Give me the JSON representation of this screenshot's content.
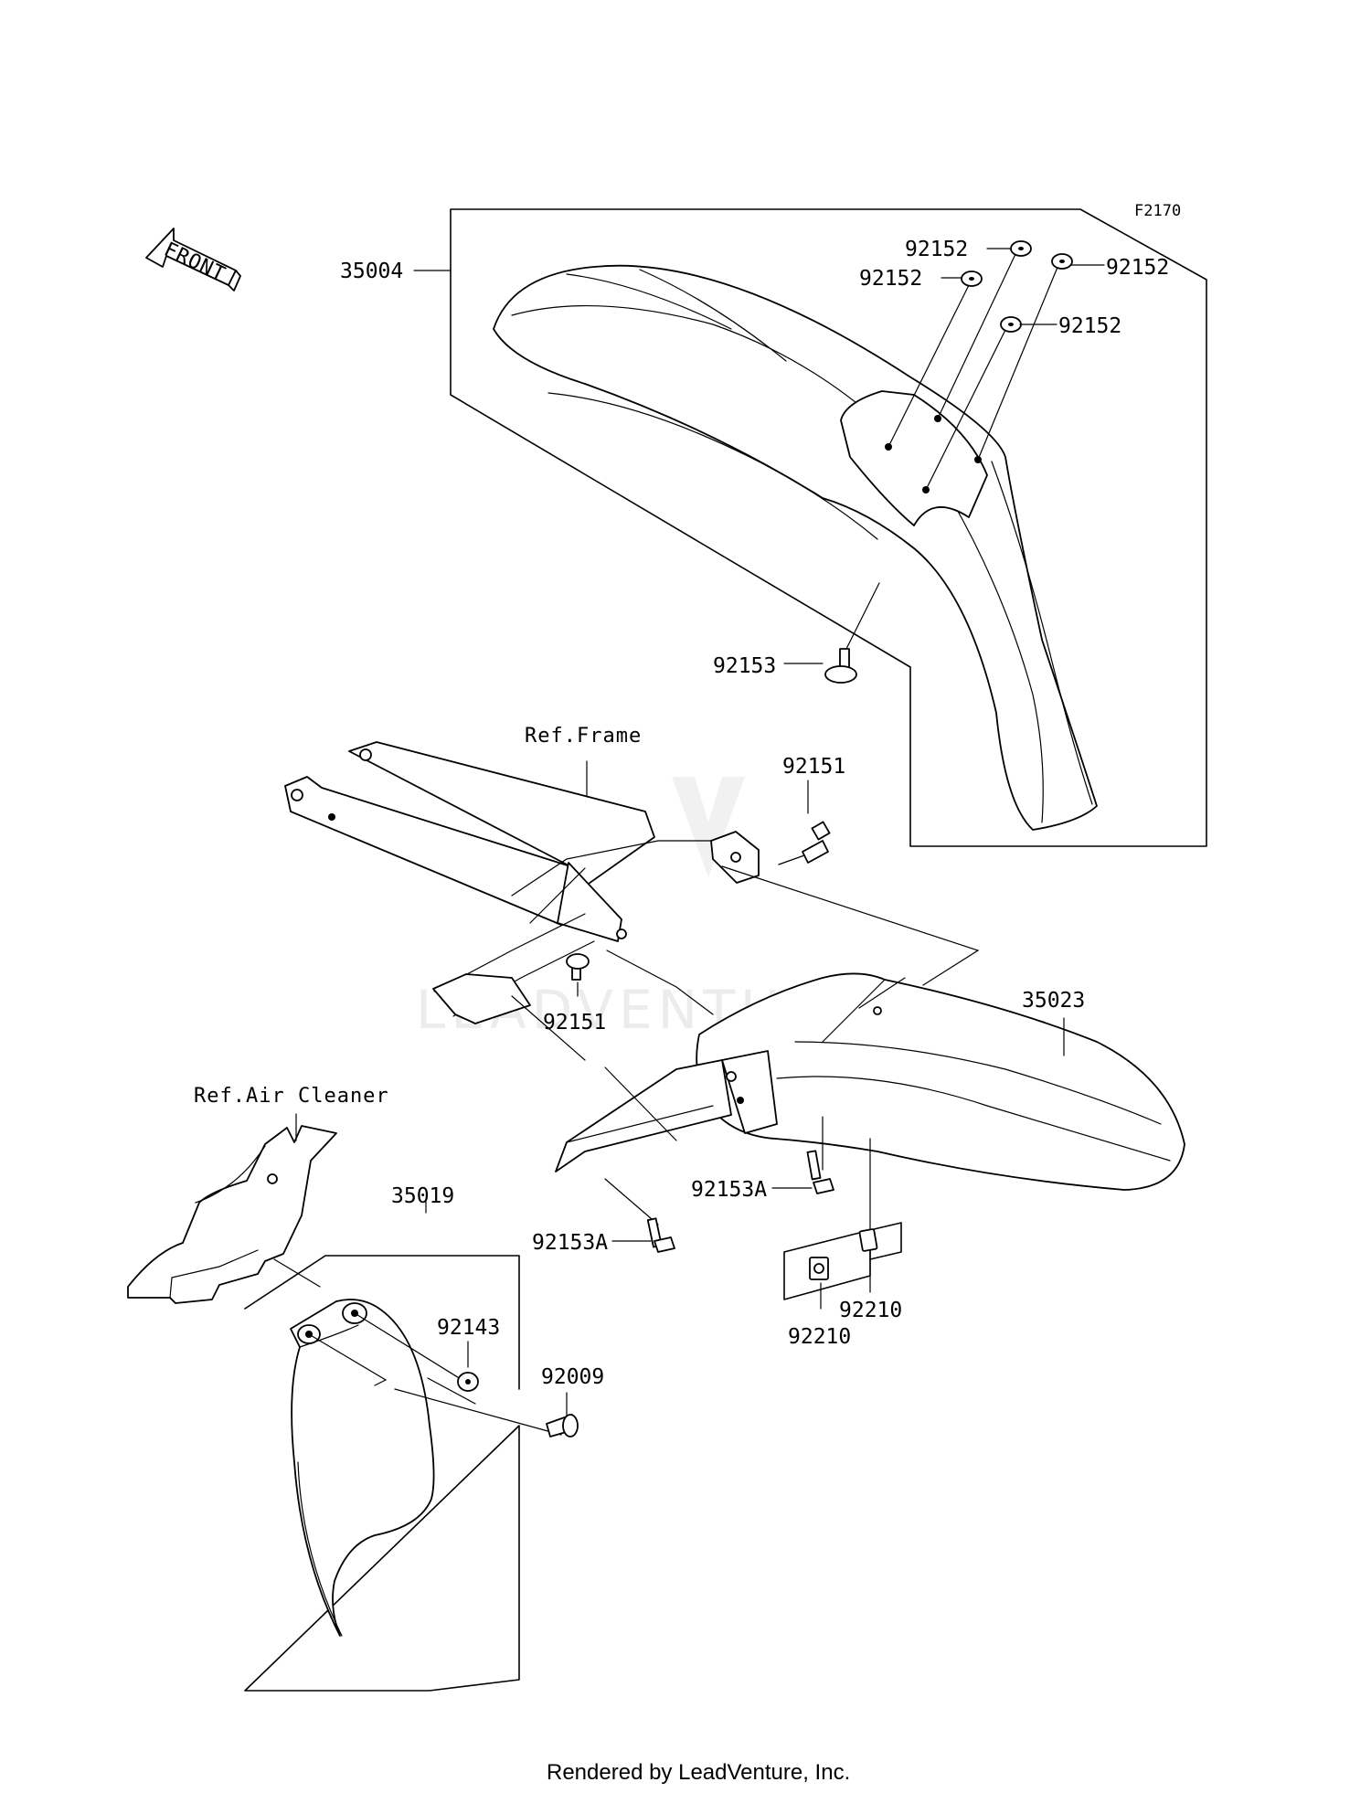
{
  "figure_code": "F2170",
  "front_label": "FRONT",
  "refs": {
    "frame": "Ref.Frame",
    "air_cleaner": "Ref.Air Cleaner"
  },
  "parts": {
    "front_fender": "35004",
    "rear_fender": "35023",
    "mud_guard": "35019",
    "washer_a": "92152",
    "washer_b": "92152",
    "washer_c": "92152",
    "washer_d": "92152",
    "bolt_front": "92153",
    "bolt_upper": "92151",
    "bolt_lower": "92151",
    "bolt_rear_a": "92153A",
    "bolt_rear_b": "92153A",
    "nut_a": "92210",
    "nut_b": "92210",
    "collar": "92143",
    "screw": "92009"
  },
  "watermark": "LEADVENTURE",
  "footer": "Rendered by LeadVenture, Inc."
}
